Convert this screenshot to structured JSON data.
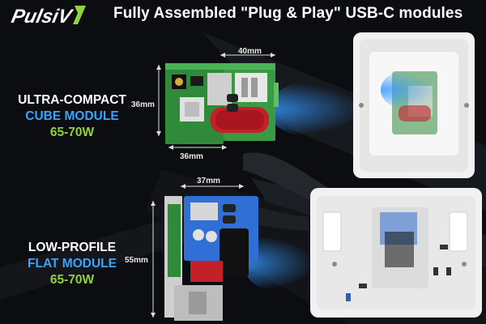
{
  "brand": {
    "logo_text": "PulsiV"
  },
  "header": {
    "title": "Fully Assembled \"Plug & Play\" USB-C modules"
  },
  "cube": {
    "line1": "ULTRA-COMPACT",
    "line2": "CUBE MODULE",
    "line3": "65-70W",
    "dim_top": "40mm",
    "dim_side": "36mm",
    "dim_bottom": "36mm"
  },
  "flat": {
    "line1": "LOW-PROFILE",
    "line2": "FLAT MODULE",
    "line3": "65-70W",
    "dim_top": "37mm",
    "dim_side": "55mm"
  },
  "colors": {
    "background": "#0b0d10",
    "accent_blue": "#3aa3ff",
    "accent_green": "#8fd43a",
    "pcb_green": "#2f8a3a",
    "pcb_blue": "#2f6fd6",
    "capacitor_red": "#c4202a",
    "socket_white": "#f1f1f1"
  },
  "icons": [
    "logo-icon",
    "usb-c-port-icon",
    "switch-icon",
    "screw-icon"
  ]
}
